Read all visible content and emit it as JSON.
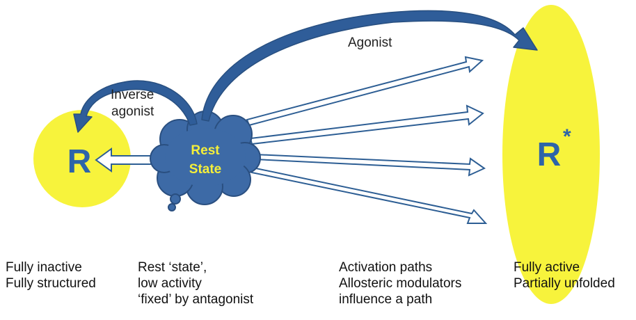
{
  "labels": {
    "agonist": "Agonist",
    "inverse_agonist_line1": "Inverse",
    "inverse_agonist_line2": "agonist",
    "rest_line1": "Rest",
    "rest_line2": "State",
    "r_inactive": "R",
    "r_active": "R",
    "r_active_superscript": "*"
  },
  "captions": {
    "inactive": [
      "Fully inactive",
      "Fully structured"
    ],
    "rest": [
      "Rest ‘state’,",
      "low activity",
      "‘fixed’ by antagonist"
    ],
    "activation": [
      "Activation paths",
      "Allosteric modulators",
      "influence a path"
    ],
    "active": [
      "Fully active",
      "Partially unfolded"
    ]
  },
  "colors": {
    "yellow": "#f7f33c",
    "cloud_blue": "#3d6aa6",
    "cloud_edge": "#2a4f80",
    "arrow_outline": "#2d5e94",
    "r_text": "#2e64a8",
    "rest_text": "#f5ef3a"
  }
}
